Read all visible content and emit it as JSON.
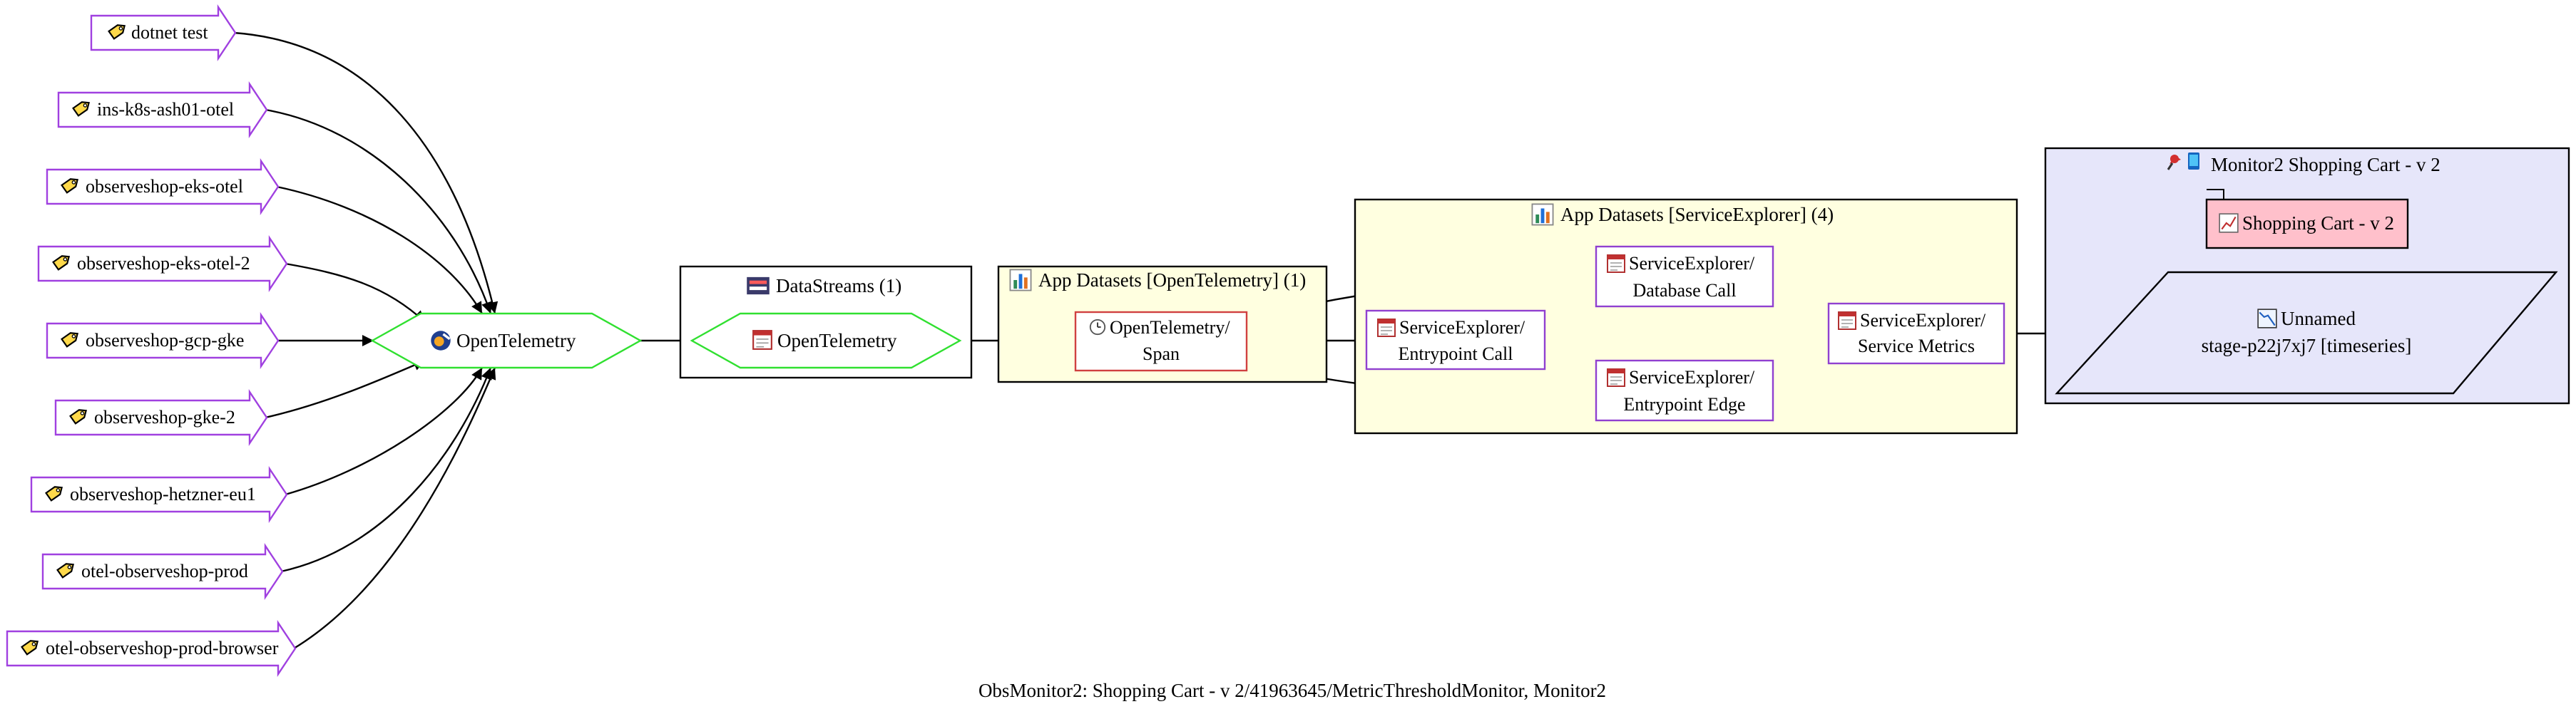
{
  "caption": "ObsMonitor2: Shopping Cart - v 2/41963645/MetricThresholdMonitor, Monitor2",
  "sources": [
    {
      "label": "dotnet test",
      "icon": "tag-icon"
    },
    {
      "label": "ins-k8s-ash01-otel",
      "icon": "tag-icon"
    },
    {
      "label": "observeshop-eks-otel",
      "icon": "tag-icon"
    },
    {
      "label": "observeshop-eks-otel-2",
      "icon": "tag-icon"
    },
    {
      "label": "observeshop-gcp-gke",
      "icon": "tag-icon"
    },
    {
      "label": "observeshop-gke-2",
      "icon": "tag-icon"
    },
    {
      "label": "observeshop-hetzner-eu1",
      "icon": "tag-icon"
    },
    {
      "label": "otel-observeshop-prod",
      "icon": "tag-icon"
    },
    {
      "label": "otel-observeshop-prod-browser",
      "icon": "tag-icon"
    }
  ],
  "hub": {
    "label": "OpenTelemetry",
    "icon": "opentelemetry-icon"
  },
  "clusters": {
    "datastreams": {
      "title": "DataStreams (1)",
      "icon": "datastream-icon"
    },
    "otel_datasets": {
      "title": "App Datasets [OpenTelemetry] (1)",
      "icon": "bar-chart-icon"
    },
    "se_datasets": {
      "title": "App Datasets [ServiceExplorer] (4)",
      "icon": "bar-chart-icon"
    },
    "monitor": {
      "title": "Monitor2 Shopping Cart - v 2",
      "icon": "monitor-icon"
    }
  },
  "nodes": {
    "datastream": {
      "label": "OpenTelemetry",
      "icon": "table-icon"
    },
    "otel_span": {
      "line1": "OpenTelemetry/",
      "line2": "Span",
      "icon": "clock-icon"
    },
    "se_entrypoint_call": {
      "line1": "ServiceExplorer/",
      "line2": "Entrypoint Call",
      "icon": "table-icon"
    },
    "se_database_call": {
      "line1": "ServiceExplorer/",
      "line2": "Database Call",
      "icon": "table-icon"
    },
    "se_entrypoint_edge": {
      "line1": "ServiceExplorer/",
      "line2": "Entrypoint Edge",
      "icon": "table-icon"
    },
    "se_service_metrics": {
      "line1": "ServiceExplorer/",
      "line2": "Service Metrics",
      "icon": "table-icon"
    },
    "monitor_card": {
      "label": "Shopping Cart - v 2",
      "icon": "line-chart-icon"
    },
    "unnamed": {
      "line1": "Unnamed",
      "line2": "stage-p22j7xj7 [timeseries]",
      "icon": "timeseries-icon"
    }
  },
  "colors": {
    "source_border": "#a040e0",
    "hub_border": "#30e030",
    "dataset_border": "#d04040",
    "se_node_border": "#9040d0",
    "cluster_fill_yellow": "#ffffe0",
    "cluster_fill_blue": "#e6e6fa",
    "monitor_card_fill": "#ffc0cb",
    "tag_fill": "#ffd94a"
  }
}
